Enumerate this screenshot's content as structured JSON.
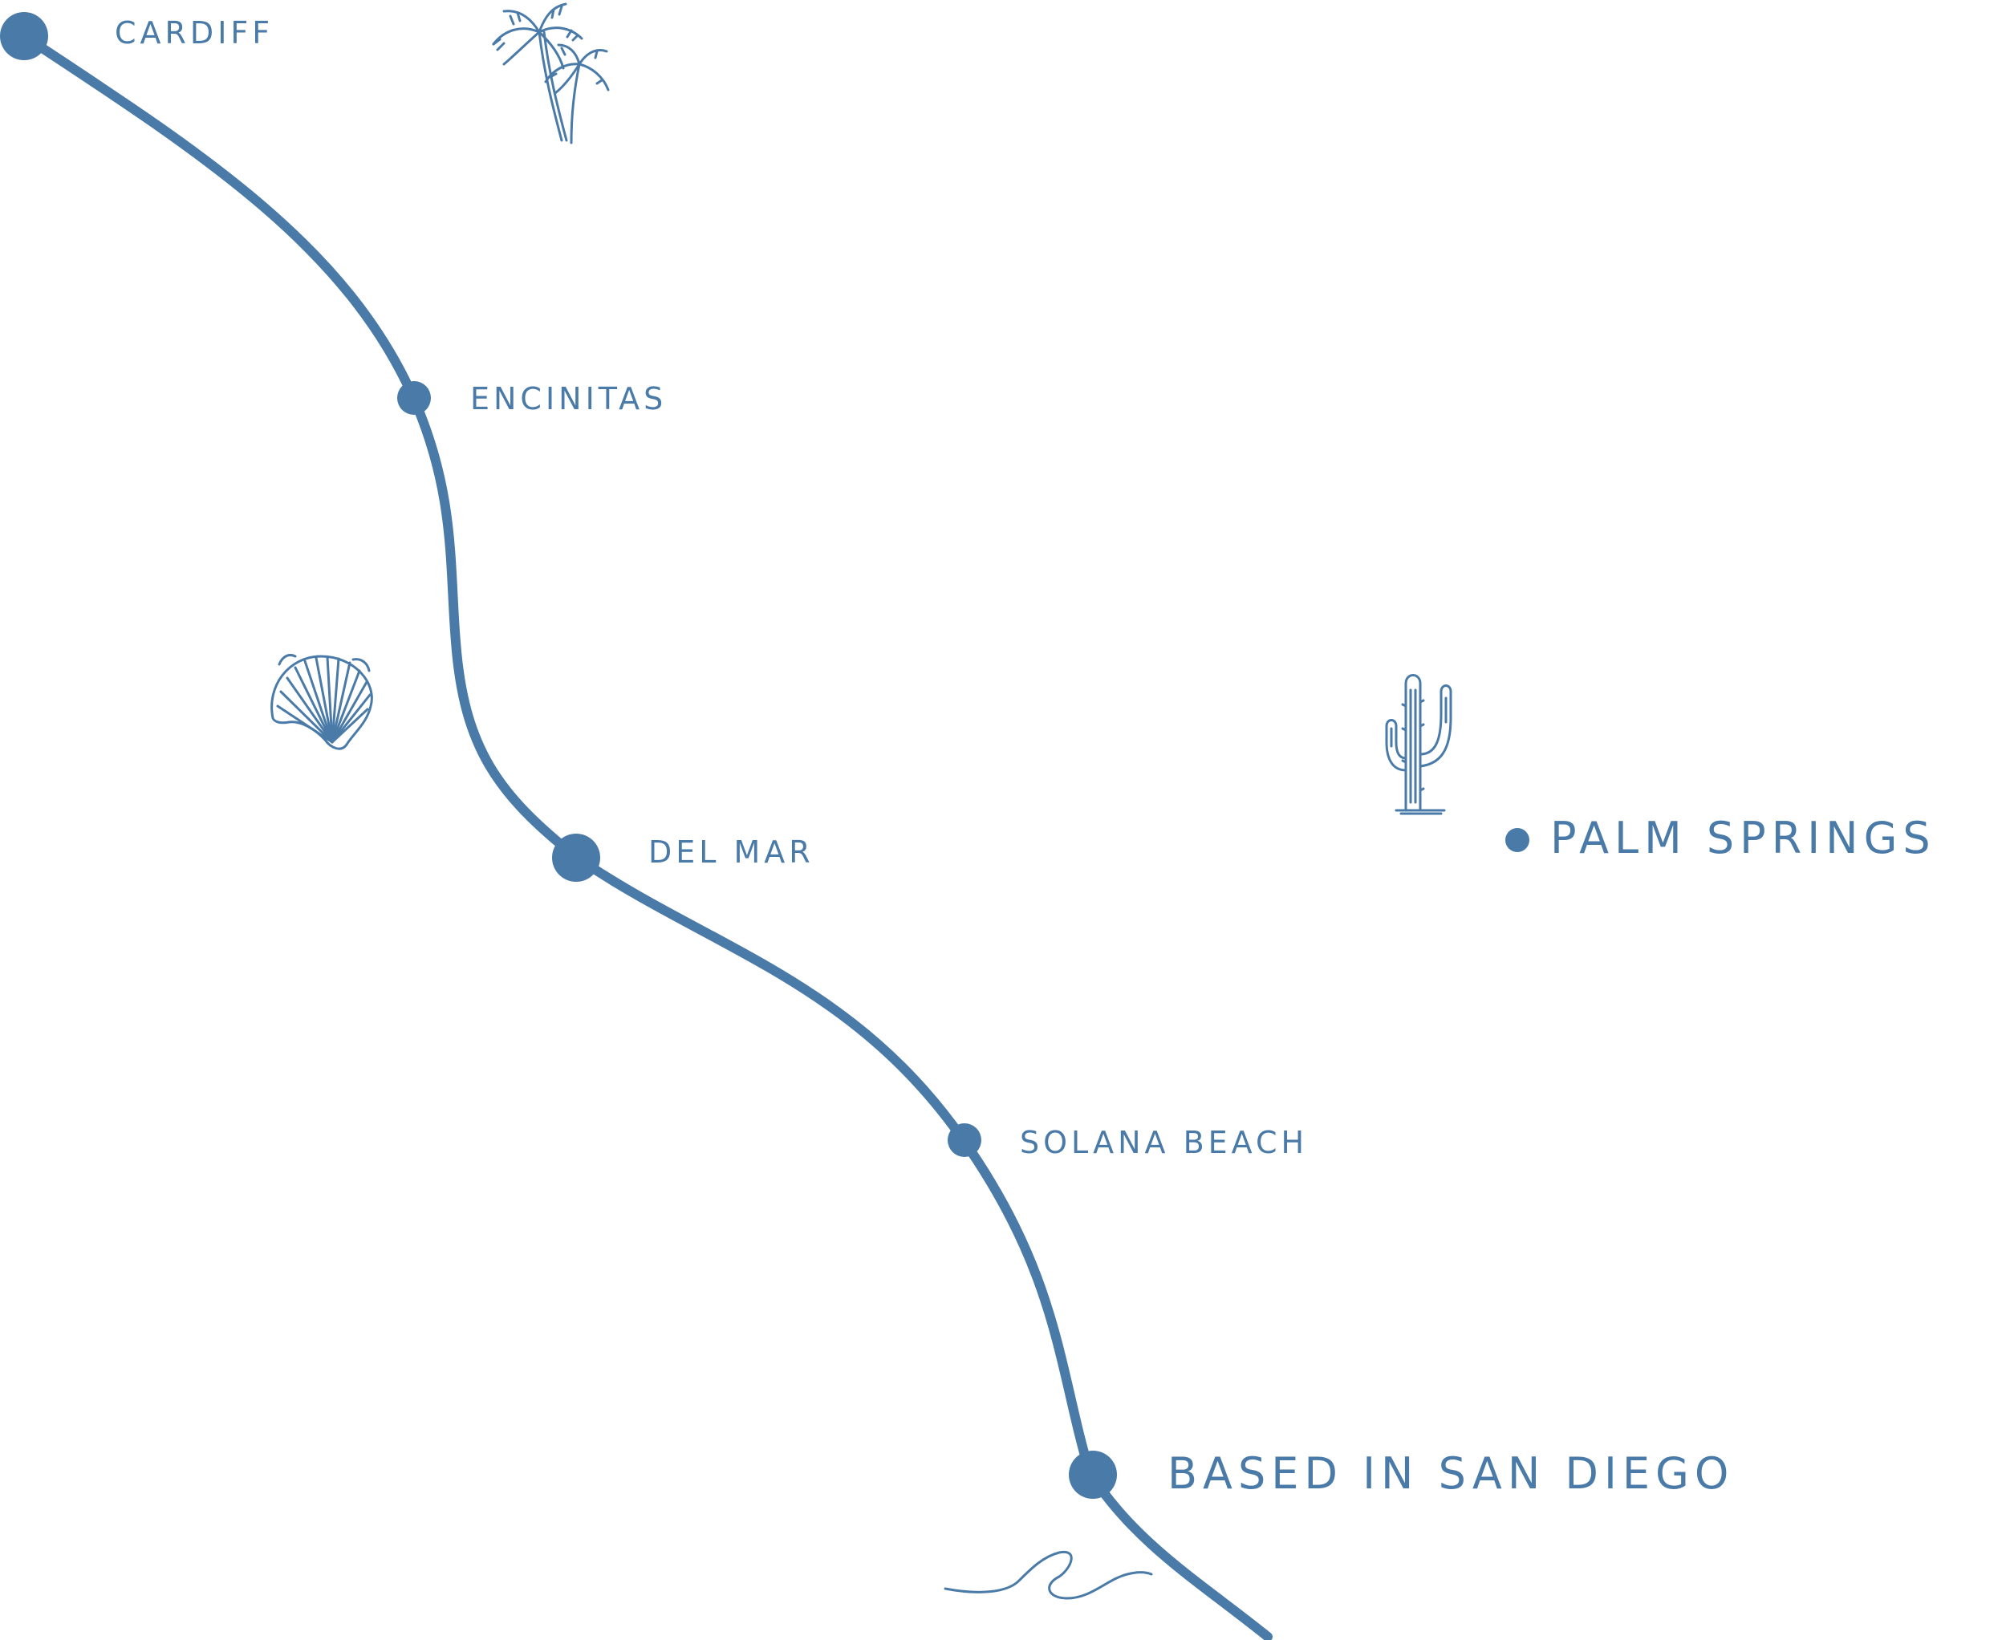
{
  "colors": {
    "accent": "#4a7aa7",
    "background": "#ffffff"
  },
  "locations": {
    "cardiff": "CARDIFF",
    "encinitas": "ENCINITAS",
    "del_mar": "DEL MAR",
    "solana_beach": "SOLANA BEACH",
    "san_diego": "BASED IN SAN DIEGO",
    "palm_springs": "PALM SPRINGS"
  },
  "icons": {
    "palm": "palm-tree-icon",
    "shell": "seashell-icon",
    "cactus": "cactus-icon",
    "wave": "wave-icon"
  }
}
